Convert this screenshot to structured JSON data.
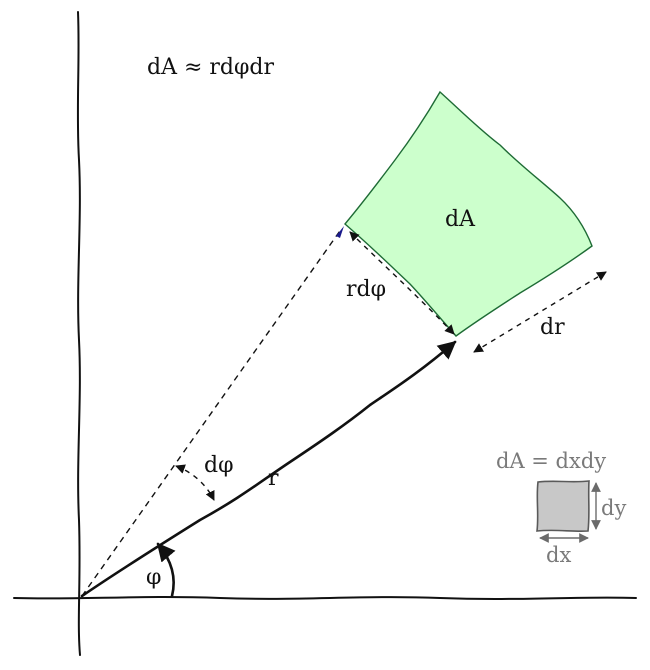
{
  "formula_top": "dA ≈ rdφdr",
  "labels": {
    "area": "dA",
    "arc_length": "rdφ",
    "radial_increment": "dr",
    "angle_increment": "dφ",
    "radius": "r",
    "angle": "φ"
  },
  "cartesian_inset": {
    "formula": "dA = dxdy",
    "dx": "dx",
    "dy": "dy"
  },
  "colors": {
    "area_fill": "#ccffcc",
    "area_stroke": "#1e6b35",
    "small_fill": "#c8c8c8",
    "small_stroke": "#5a5a5a",
    "arrow_head_blue": "#1a1a8c"
  }
}
